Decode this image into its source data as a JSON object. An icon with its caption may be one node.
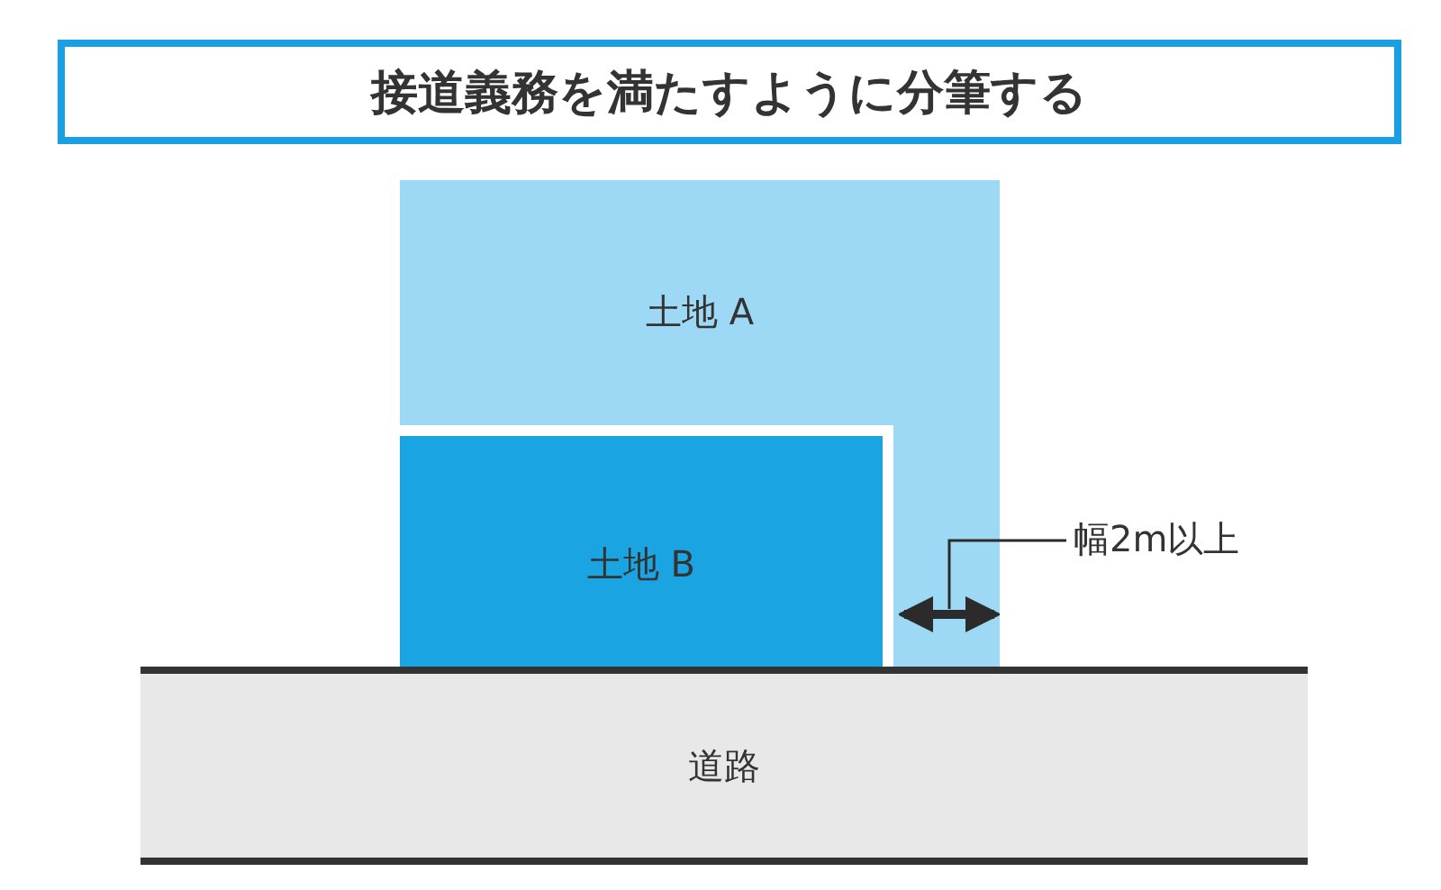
{
  "diagram": {
    "title": "接道義務を満たすように分筆する",
    "nodes": [
      {
        "text": [
          "土地 A"
        ]
      },
      {
        "text": [
          "土地 B"
        ],
        "in": 0
      },
      {
        "text": [
          "道路"
        ]
      },
      {
        "text": [
          "幅2m以上"
        ]
      },
      {
        "text": [],
        "shape": "arrow",
        "in": 0
      }
    ],
    "edges": [
      {
        "from": 3,
        "to": 4,
        "arrow": "none"
      }
    ]
  }
}
